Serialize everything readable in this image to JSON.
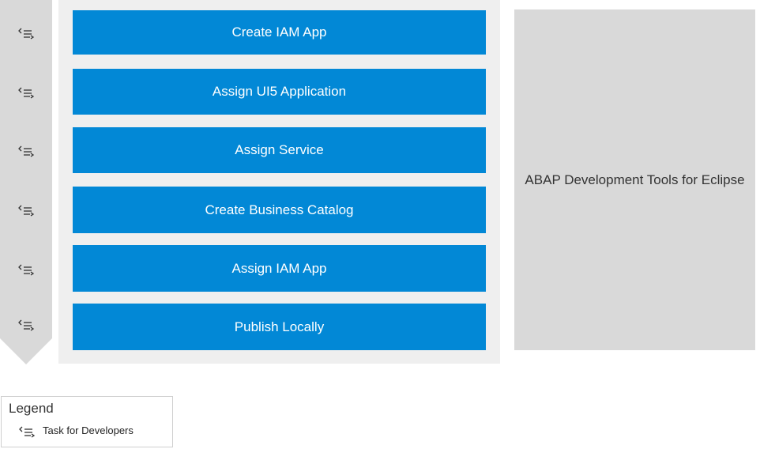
{
  "steps": [
    {
      "label": "Create IAM App"
    },
    {
      "label": "Assign UI5 Application"
    },
    {
      "label": "Assign Service"
    },
    {
      "label": "Create Business Catalog"
    },
    {
      "label": "Assign IAM App"
    },
    {
      "label": "Publish Locally"
    }
  ],
  "tool": {
    "label": "ABAP Development Tools for Eclipse"
  },
  "legend": {
    "title": "Legend",
    "items": [
      {
        "icon": "task-for-developers-icon",
        "label": "Task for Developers"
      }
    ]
  },
  "colors": {
    "step_fill": "#0288d6",
    "step_text": "#ffffff",
    "panel_fill": "#efefef",
    "tool_fill": "#d9d9d9",
    "arrow_fill": "#d9d9d9"
  }
}
